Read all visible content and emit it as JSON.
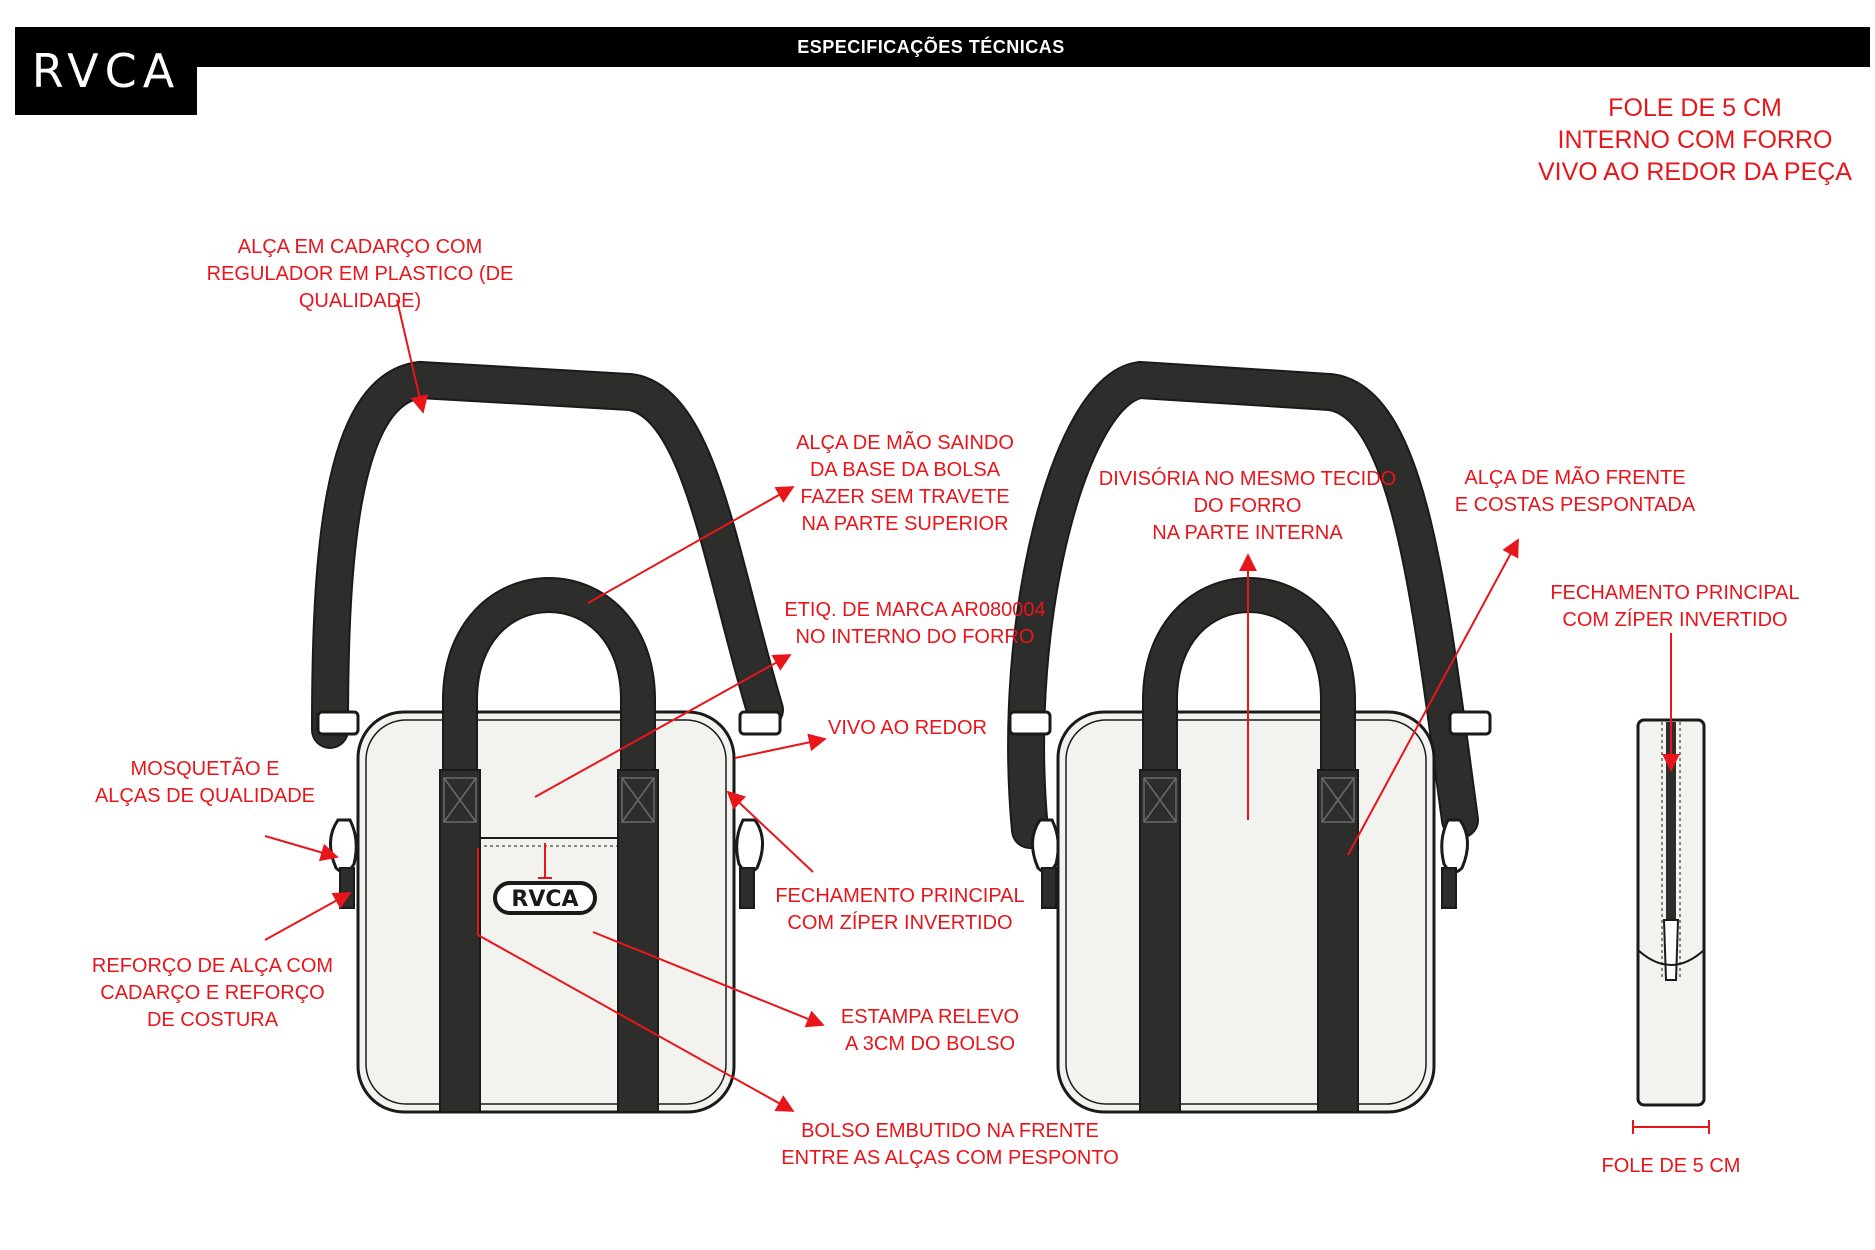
{
  "header": {
    "brand": "RVCA",
    "title": "ESPECIFICAÇÕES TÉCNICAS"
  },
  "bag_print": "RVCA",
  "notes": {
    "top_right": "FOLE DE 5 CM\nINTERNO COM FORRO\nVIVO AO REDOR DA PEÇA"
  },
  "callouts": {
    "alca_cadarco": "ALÇA EM CADARÇO COM\nREGULADOR EM PLASTICO (DE QUALIDADE)",
    "alca_mao_base": "ALÇA DE MÃO SAINDO\nDA BASE DA BOLSA\nFAZER SEM TRAVETE\nNA PARTE SUPERIOR",
    "etiqueta": "ETIQ. DE MARCA AR080004\nNO INTERNO DO FORRO",
    "vivo": "VIVO AO REDOR",
    "mosquetao": "MOSQUETÃO E\nALÇAS DE QUALIDADE",
    "fechamento_front": "FECHAMENTO PRINCIPAL\nCOM ZÍPER INVERTIDO",
    "reforco": "REFORÇO DE ALÇA COM\nCADARÇO E REFORÇO\nDE COSTURA",
    "estampa": "ESTAMPA RELEVO\nA 3CM DO BOLSO",
    "bolso": "BOLSO EMBUTIDO NA FRENTE\nENTRE AS ALÇAS COM PESPONTO",
    "divisoria": "DIVISÓRIA NO MESMO TECIDO\nDO FORRO\nNA PARTE INTERNA",
    "alca_mao_frente": "ALÇA DE MÃO FRENTE\nE COSTAS PESPONTADA",
    "fechamento_side": "FECHAMENTO PRINCIPAL\nCOM ZÍPER INVERTIDO",
    "fole": "FOLE DE 5 CM"
  },
  "colors": {
    "accent": "#e8151b",
    "strap": "#2d2d2b",
    "bag_body": "#f2f2ee",
    "outline": "#1a1a1a"
  }
}
